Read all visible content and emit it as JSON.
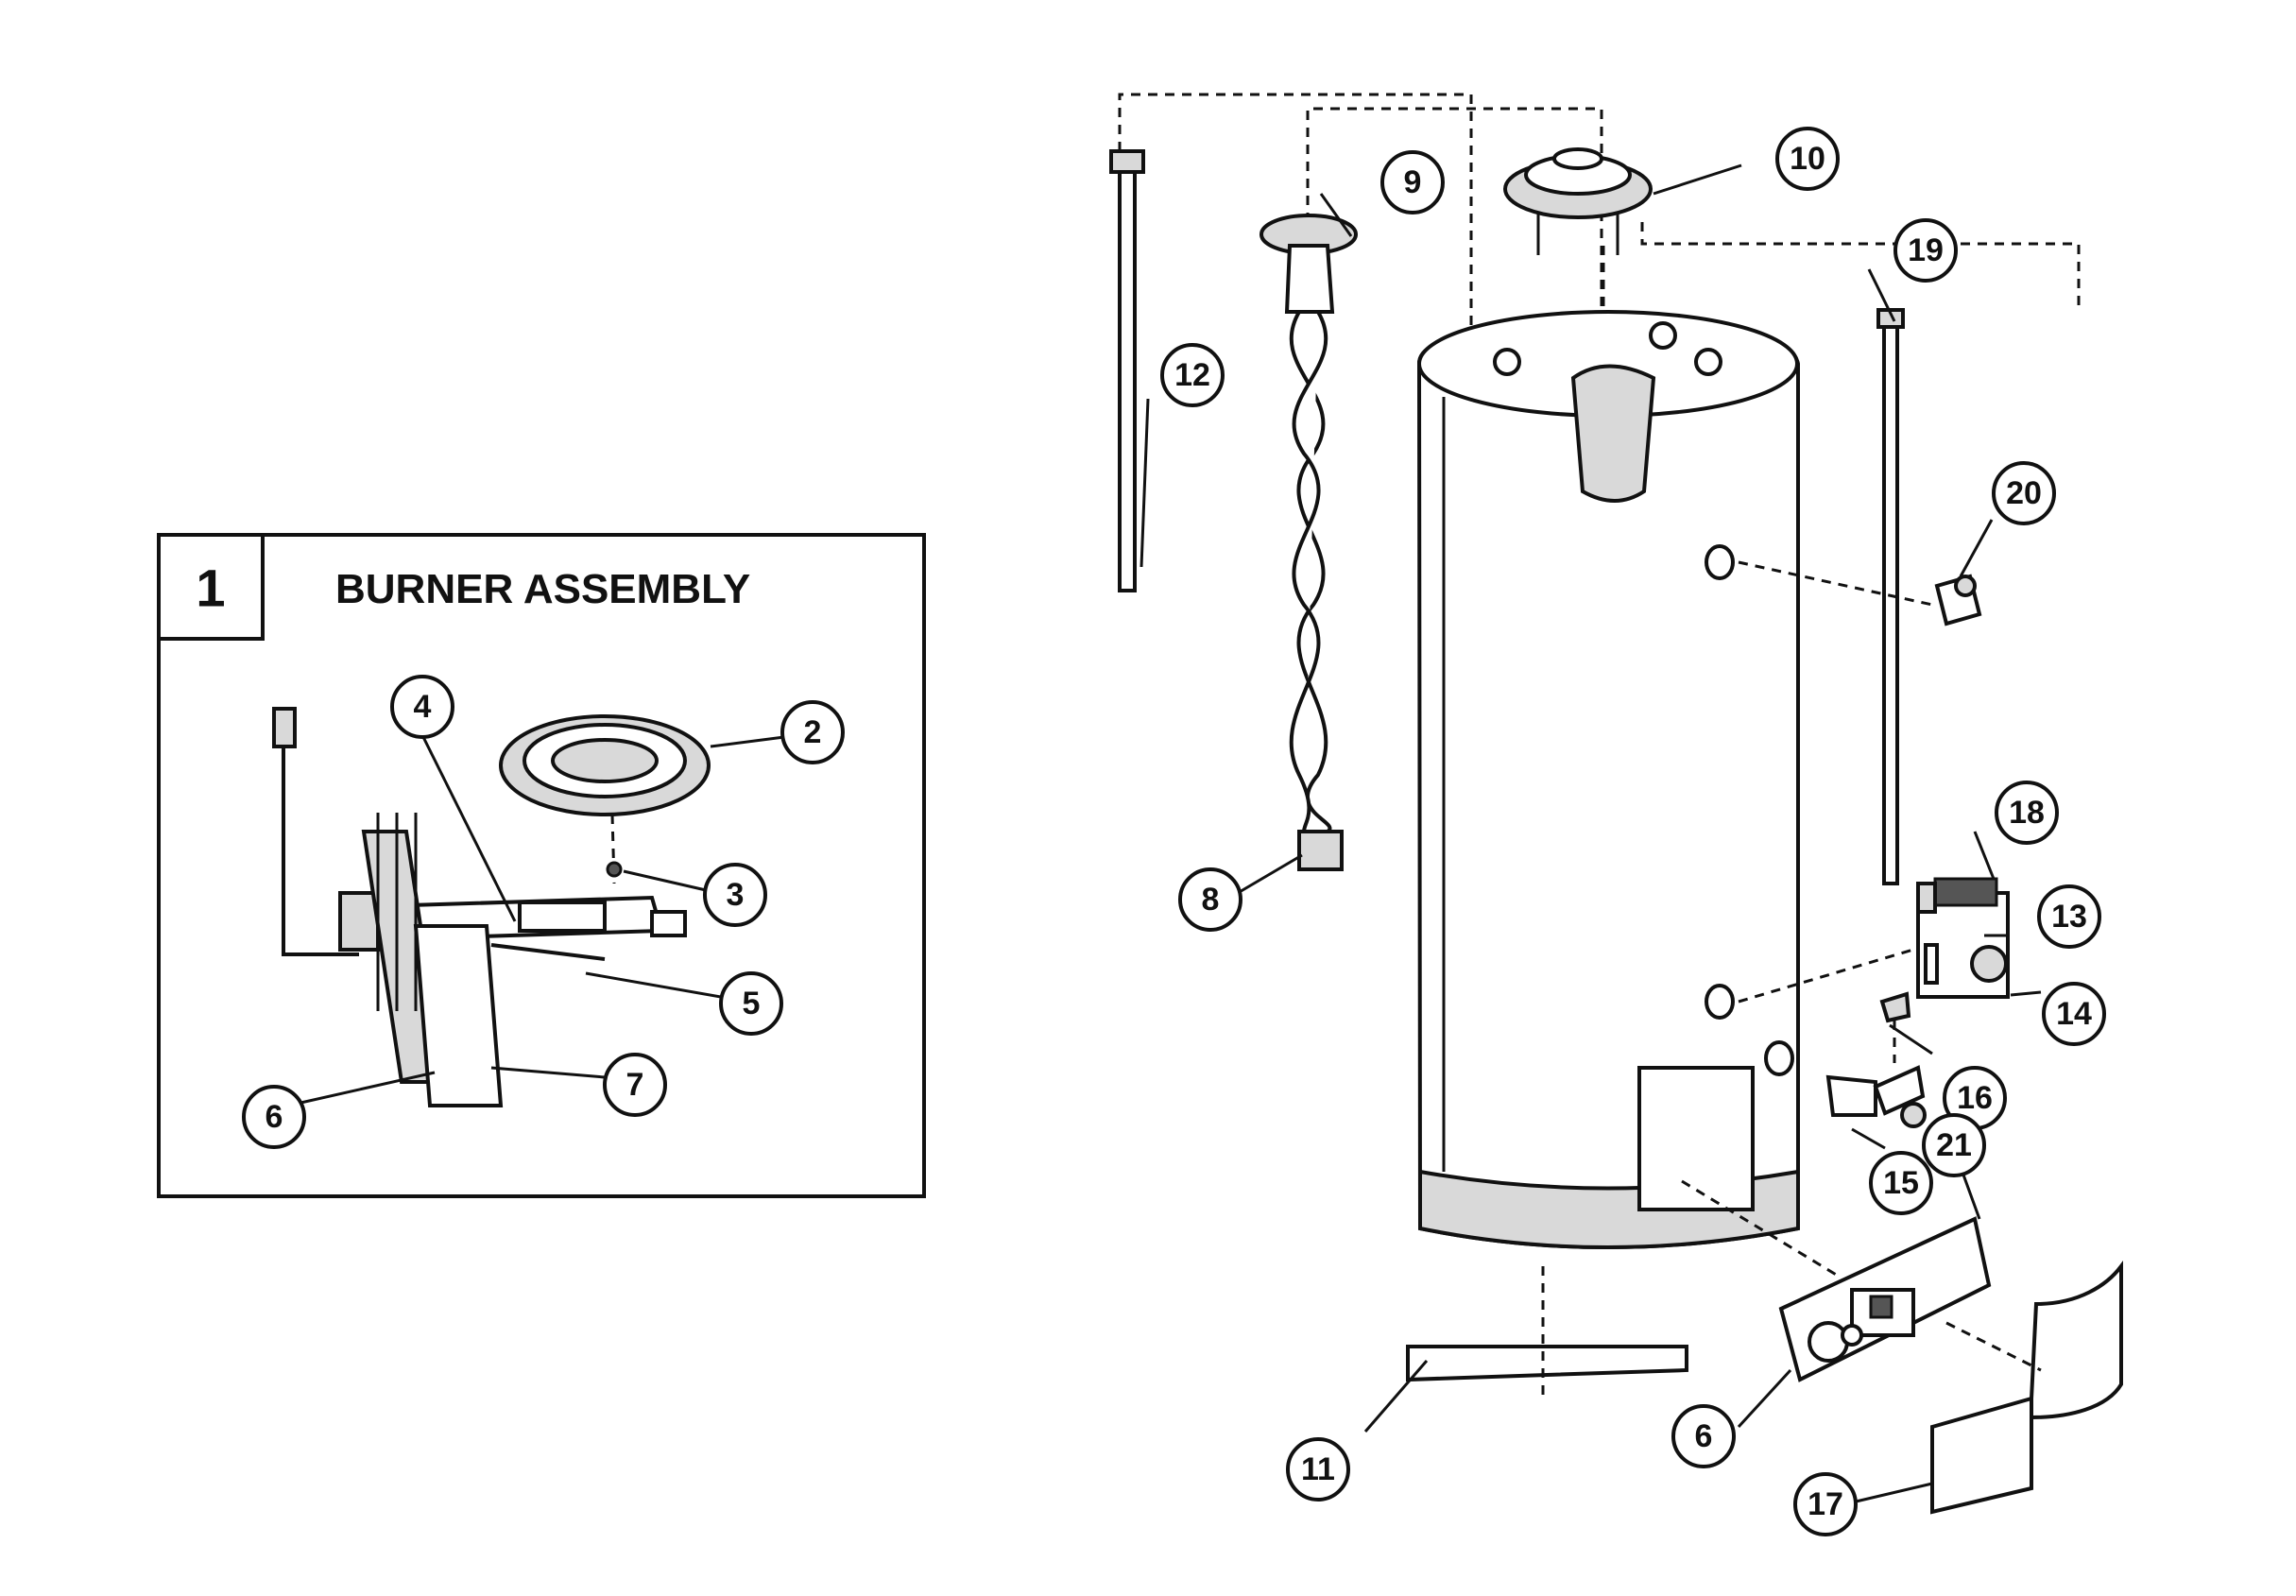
{
  "inset": {
    "number": "1",
    "title": "BURNER ASSEMBLY"
  },
  "callouts": {
    "c2": "2",
    "c3": "3",
    "c4": "4",
    "c5": "5",
    "c6a": "6",
    "c7": "7",
    "c8": "8",
    "c9": "9",
    "c10": "10",
    "c11": "11",
    "c12": "12",
    "c13": "13",
    "c14": "14",
    "c15": "15",
    "c16": "16",
    "c17": "17",
    "c18": "18",
    "c19": "19",
    "c20": "20",
    "c21": "21",
    "c6b": "6"
  }
}
